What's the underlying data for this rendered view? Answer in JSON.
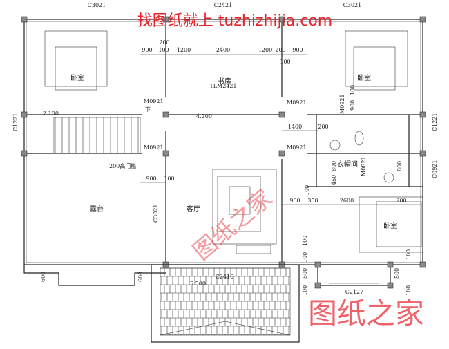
{
  "watermark_top": "找图纸就上 tuzhizhijia.com",
  "watermark_bottom": "图纸之家",
  "watermark_diagonal": "图纸之家",
  "windows": {
    "top_left": "C3021",
    "top_mid": "C2421",
    "top_right": "C3021",
    "left": "C1221",
    "right": "C1221",
    "right_lower": "C0921",
    "terrace": "C3021",
    "front": "C2416",
    "bay": "C2127"
  },
  "rooms": {
    "bed_tl": "卧室",
    "bed_tr": "卧室",
    "study": "书房",
    "closet": "衣帽间",
    "terrace": "露台",
    "living": "客厅",
    "bed_br": "卧室"
  },
  "doors": {
    "sliding": "TLM2421",
    "d1": "M0921",
    "d2": "M0921",
    "d3": "M0921",
    "d4": "M0921",
    "d5": "M0921",
    "d6": "M0821"
  },
  "stair_down": "下",
  "threshold_note": "200高门槛",
  "elevations": {
    "stair": "2.100",
    "hall": "4.200",
    "roof": "5.500"
  },
  "dimensions": {
    "top": [
      "900",
      "200",
      "100",
      "1200",
      "2400",
      "1200",
      "200",
      "100",
      "900"
    ],
    "right_top": [
      "900",
      "100"
    ],
    "mid": [
      "1400",
      "200"
    ],
    "closet": [
      "800",
      "450",
      "800"
    ],
    "door_left": [
      "900",
      "100"
    ],
    "bed_row": [
      "100",
      "900",
      "350",
      "2600",
      "200"
    ],
    "bottom": [
      "600",
      "600",
      "100",
      "500",
      "100",
      "500",
      "100",
      "100",
      "100"
    ]
  }
}
